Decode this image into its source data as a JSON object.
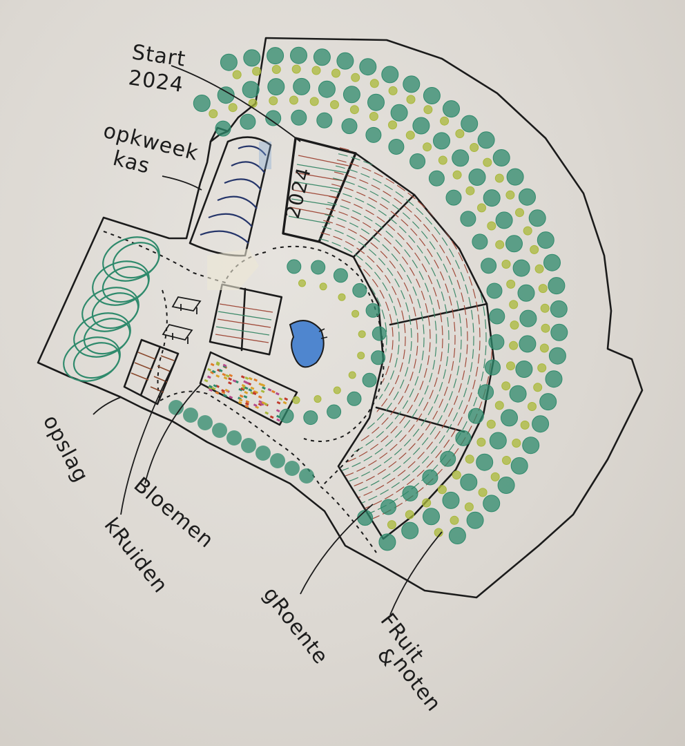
{
  "labels": {
    "start_line1": "Start",
    "start_line2": "2024",
    "kas_line1": "opkweek",
    "kas_line2": "kas",
    "bed_2024": "2024",
    "opslag": "opslag",
    "bloemen": "Bloemen",
    "kruiden": "kRuiden",
    "groente": "gRoente",
    "fruit_line1": "FRuit",
    "fruit_line2": "&",
    "fruit_line3": "noten"
  },
  "colors": {
    "paper": "#dcd8d2",
    "ink": "#1b1b1b",
    "tree_green": "#2f8a6c",
    "shrub_yellow": "#a9b83a",
    "bed_red": "#a04a3a",
    "bed_green": "#3d8a6a",
    "pond_blue": "#3f78c9",
    "storage_brown": "#8a4a2e"
  },
  "icons": {
    "benches": "bench-icon",
    "pond": "pond-icon"
  }
}
